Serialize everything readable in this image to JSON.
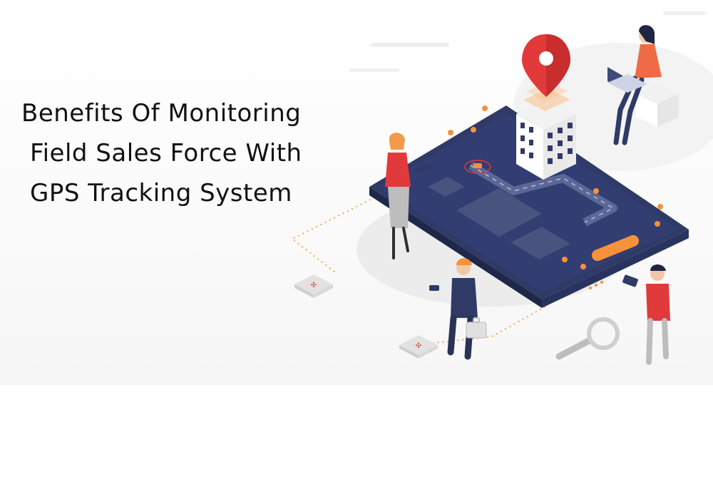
{
  "title": {
    "line1": "Benefits Of Monitoring",
    "line2": "Field Sales Force With",
    "line3": "GPS Tracking System"
  },
  "colors": {
    "phone_body": "#2f3a66",
    "phone_edge": "#232c52",
    "road": "#4a5581",
    "pin": "#e23a3a",
    "accent_orange": "#f7913a",
    "shadow": "#ececec"
  },
  "icons": [
    "map-pin-icon",
    "office-building-icon",
    "magnifying-glass-icon",
    "laptop-icon",
    "briefcase-icon",
    "smartphone-icon",
    "location-target-icon"
  ]
}
